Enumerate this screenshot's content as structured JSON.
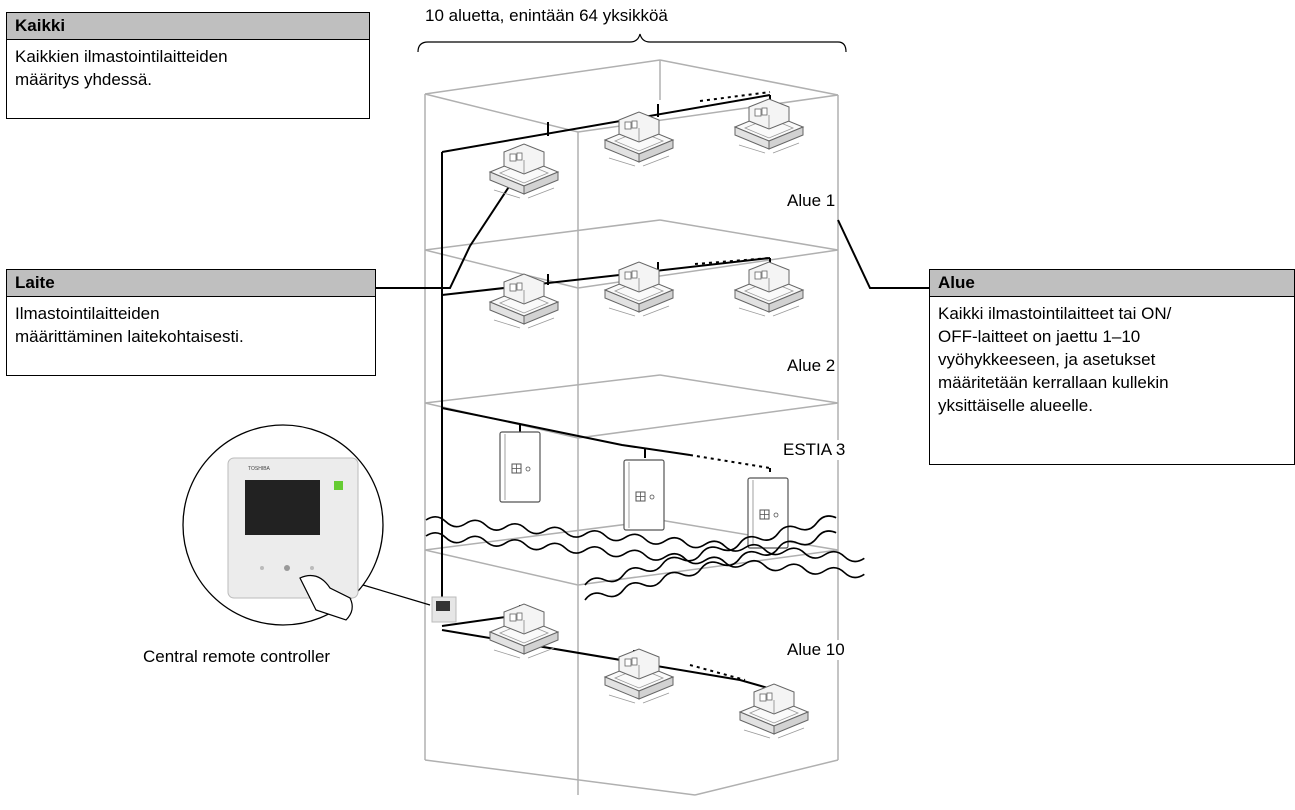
{
  "header_label": "10 aluetta, enintään 64 yksikköä",
  "boxes": {
    "kaikki": {
      "title": "Kaikki",
      "lines": [
        "Kaikkien ilmastointilaitteiden",
        "määritys yhdessä."
      ]
    },
    "laite": {
      "title": "Laite",
      "lines": [
        "Ilmastointilaitteiden",
        "määrittäminen laitekohtaisesti."
      ]
    },
    "alue": {
      "title": "Alue",
      "lines": [
        "Kaikki ilmastointilaitteet tai ON/",
        "OFF-laitteet on jaettu 1–10",
        "vyöhykkeeseen, ja asetukset",
        "määritetään kerrallaan kullekin",
        "yksittäiselle alueelle."
      ]
    }
  },
  "zones": [
    "Alue 1",
    "Alue 2",
    "ESTIA 3",
    "Alue 10"
  ],
  "remote_label": "Central remote controller",
  "remote_brand": "TOSHIBA",
  "colors": {
    "box_header": "#bfbfbf",
    "building_lines": "#b0b0b0",
    "wiring": "#000000",
    "remote_button": "#66cc33"
  }
}
